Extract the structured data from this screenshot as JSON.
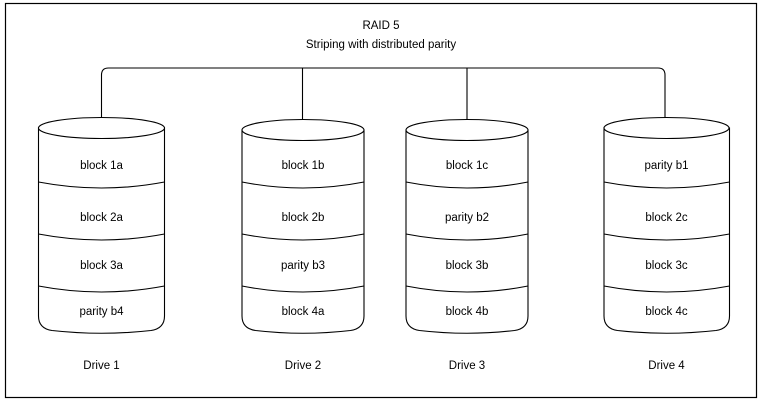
{
  "diagram": {
    "title_line1": "RAID 5",
    "title_line2": "Striping with distributed parity",
    "stroke_color": "#000000",
    "background_color": "#ffffff",
    "drives": [
      {
        "label": "Drive 1",
        "blocks": [
          "block 1a",
          "block 2a",
          "block 3a",
          "parity b4"
        ]
      },
      {
        "label": "Drive 2",
        "blocks": [
          "block 1b",
          "block 2b",
          "parity b3",
          "block 4a"
        ]
      },
      {
        "label": "Drive 3",
        "blocks": [
          "block 1c",
          "parity b2",
          "block 3b",
          "block 4b"
        ]
      },
      {
        "label": "Drive 4",
        "blocks": [
          "parity b1",
          "block 2c",
          "block 3c",
          "block 4c"
        ]
      }
    ]
  }
}
